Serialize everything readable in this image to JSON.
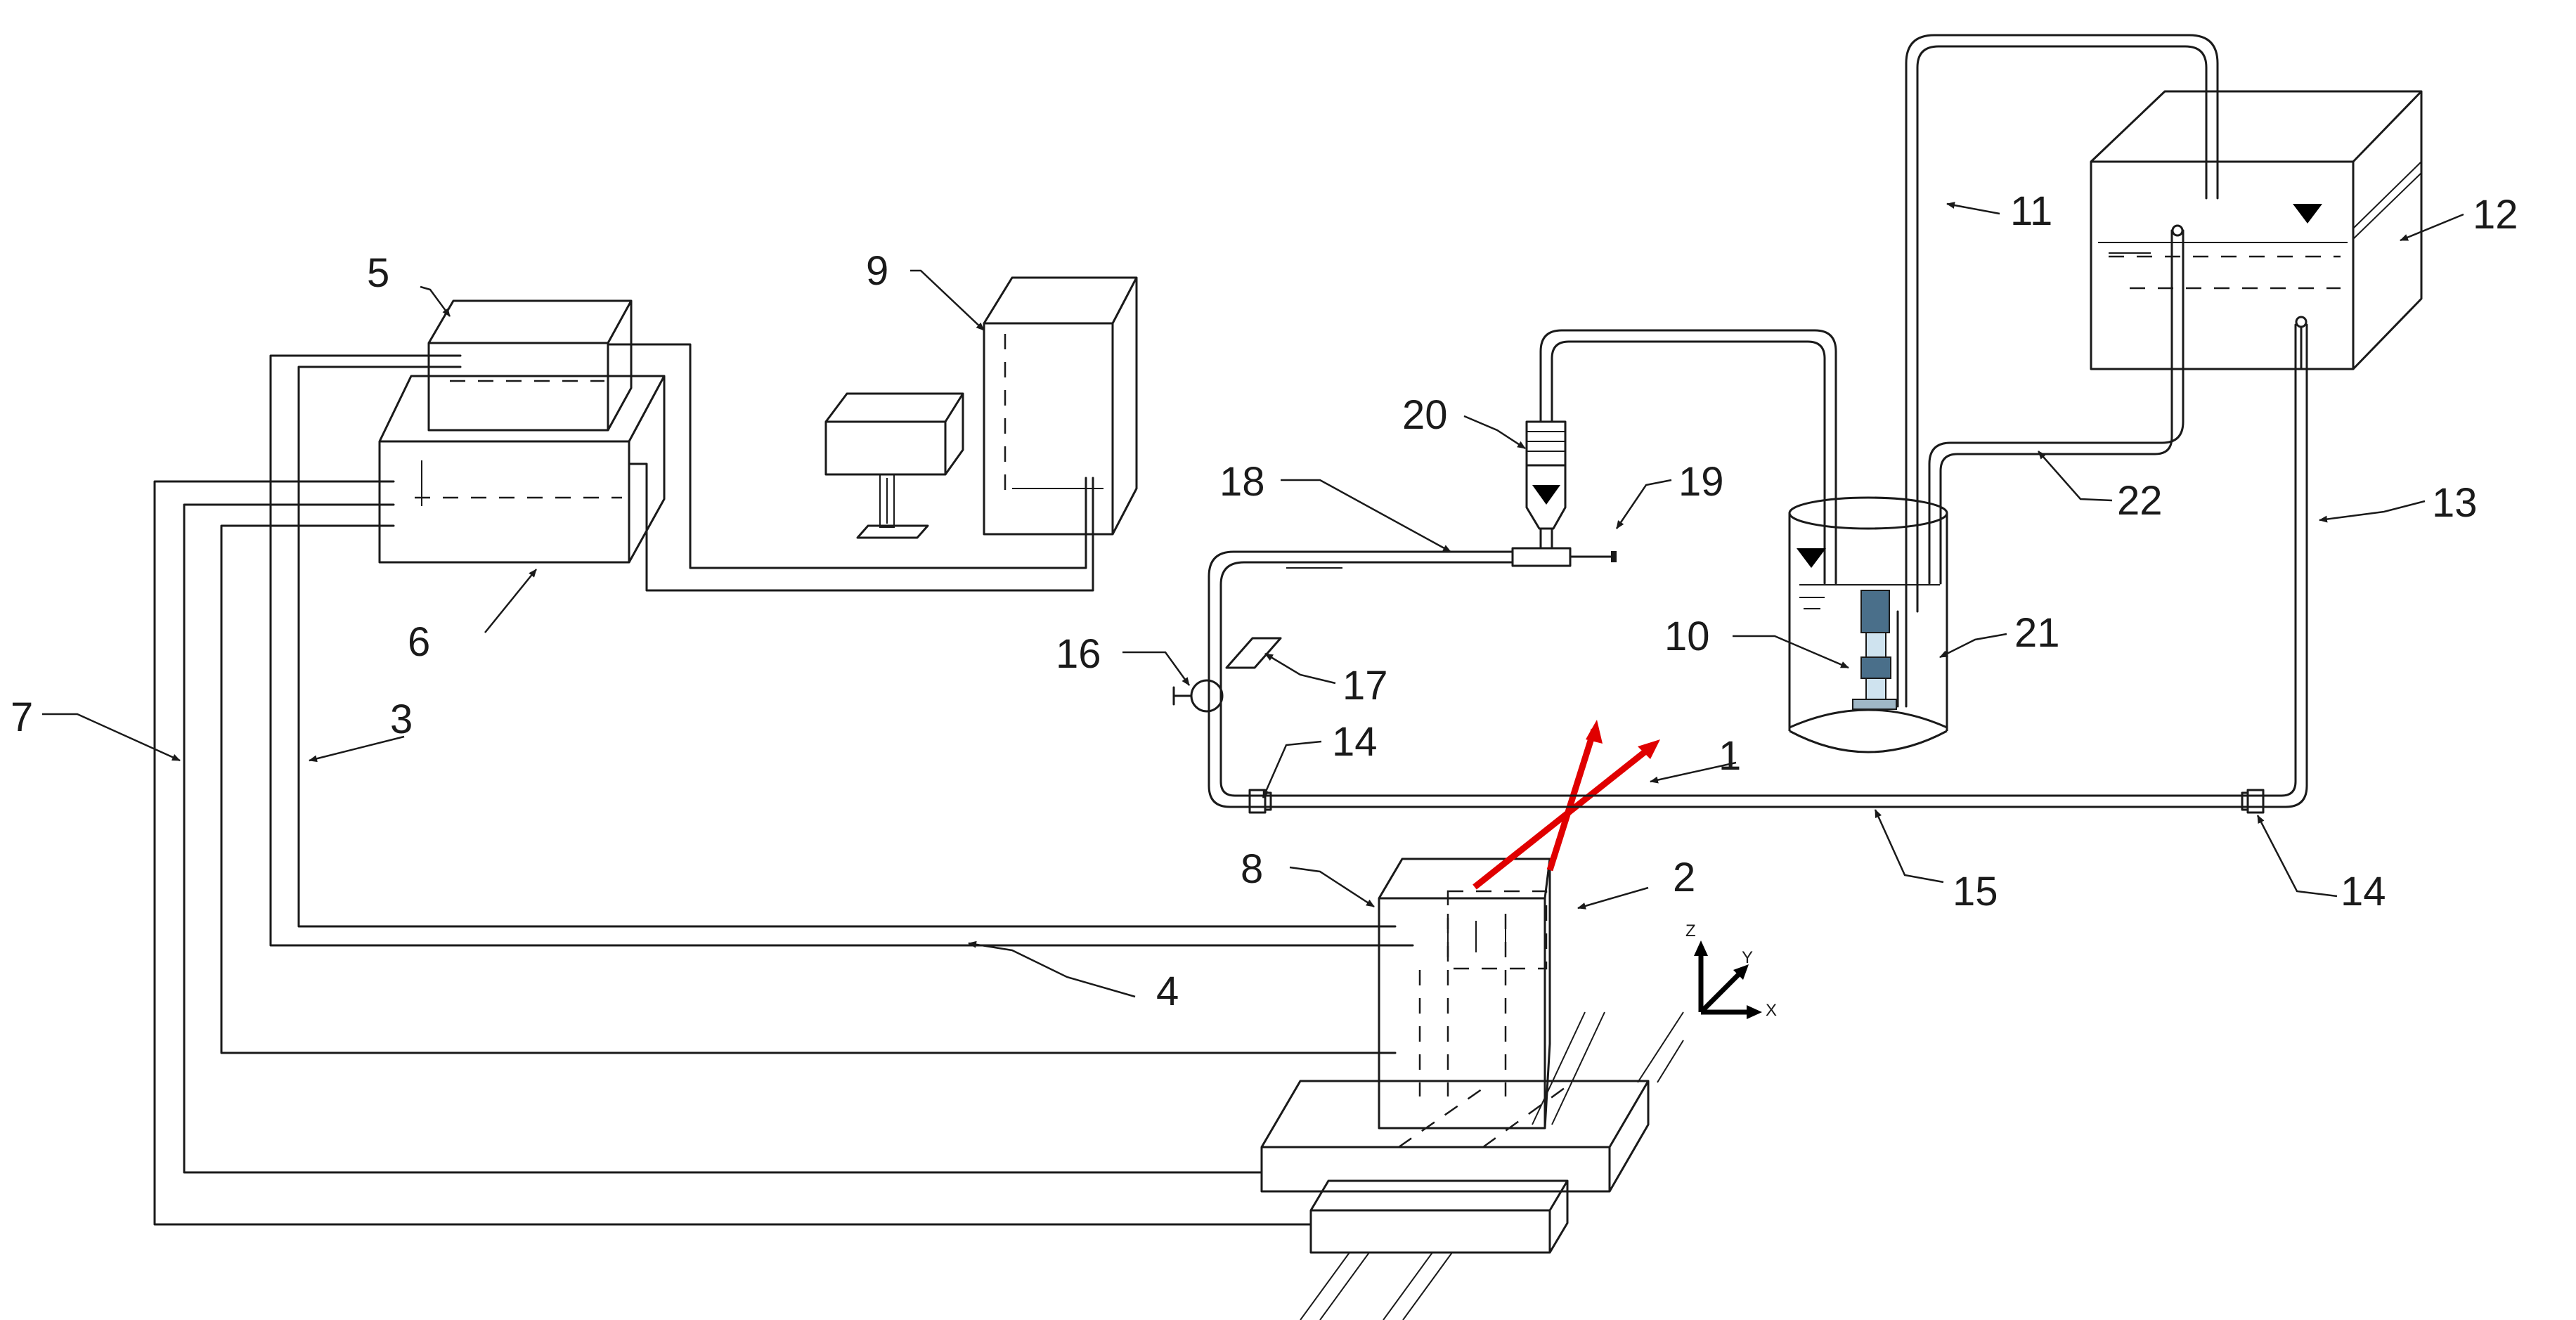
{
  "labels": [
    {
      "id": "l1",
      "text": "1"
    },
    {
      "id": "l2",
      "text": "2"
    },
    {
      "id": "l3",
      "text": "3"
    },
    {
      "id": "l4",
      "text": "4"
    },
    {
      "id": "l5",
      "text": "5"
    },
    {
      "id": "l6",
      "text": "6"
    },
    {
      "id": "l7",
      "text": "7"
    },
    {
      "id": "l8",
      "text": "8"
    },
    {
      "id": "l9",
      "text": "9"
    },
    {
      "id": "l10",
      "text": "10"
    },
    {
      "id": "l11",
      "text": "11"
    },
    {
      "id": "l12",
      "text": "12"
    },
    {
      "id": "l13",
      "text": "13"
    },
    {
      "id": "l14a",
      "text": "14"
    },
    {
      "id": "l14b",
      "text": "14"
    },
    {
      "id": "l15",
      "text": "15"
    },
    {
      "id": "l16",
      "text": "16"
    },
    {
      "id": "l17",
      "text": "17"
    },
    {
      "id": "l18",
      "text": "18"
    },
    {
      "id": "l19",
      "text": "19"
    },
    {
      "id": "l20",
      "text": "20"
    },
    {
      "id": "l21",
      "text": "21"
    },
    {
      "id": "l22",
      "text": "22"
    }
  ],
  "axes": {
    "z": "Z",
    "y": "Y",
    "x": "X"
  },
  "colors": {
    "laser_beam": "#e00000",
    "line": "#1a1a1a"
  }
}
